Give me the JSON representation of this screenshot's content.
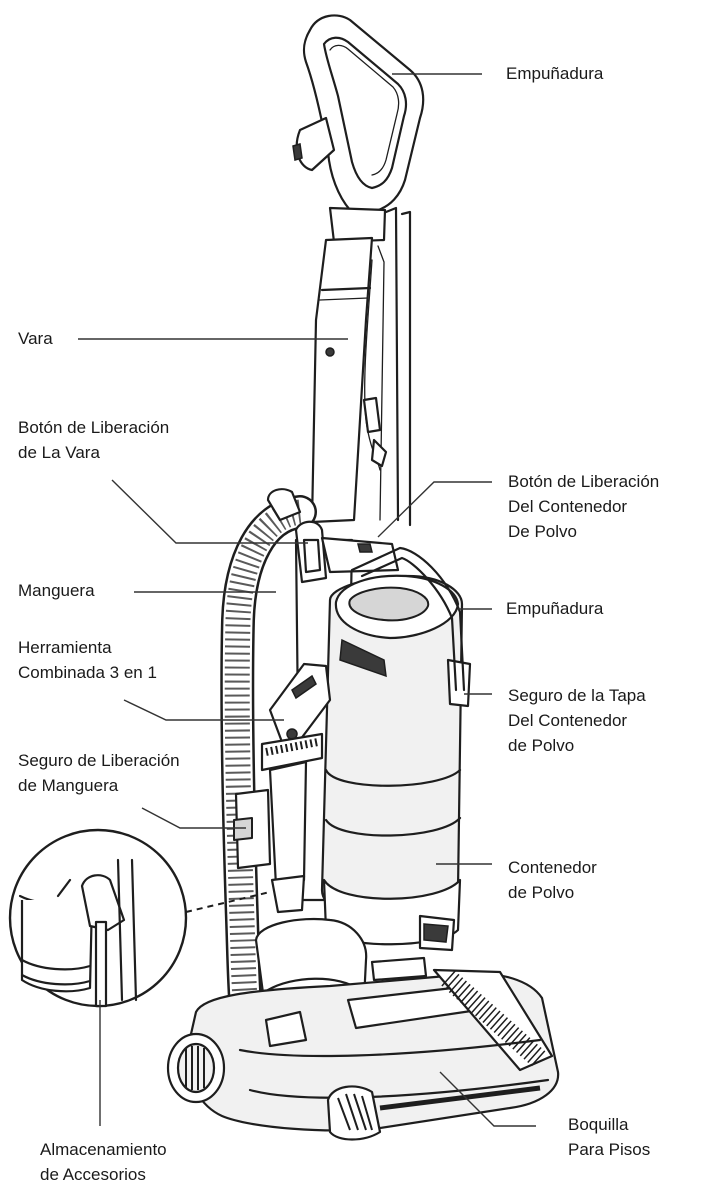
{
  "labels": {
    "handle_top": "Empuñadura",
    "wand": "Vara",
    "wand_release": [
      "Botón de Liberación",
      "de La Vara"
    ],
    "dust_release": [
      "Botón de Liberación",
      "Del Contenedor",
      "De Polvo"
    ],
    "hose": "Manguera",
    "carry_handle": "Empuñadura",
    "combo_tool": [
      "Herramienta",
      "Combinada 3 en 1"
    ],
    "lid_latch": [
      "Seguro de la Tapa",
      "Del Contenedor",
      "de Polvo"
    ],
    "hose_release": [
      "Seguro de Liberación",
      "de Manguera"
    ],
    "dust_container": [
      "Contenedor",
      "de Polvo"
    ],
    "accessory_storage": [
      "Almacenamiento",
      "de Accesorios"
    ],
    "floor_nozzle": [
      "Boquilla",
      "Para Pisos"
    ]
  }
}
